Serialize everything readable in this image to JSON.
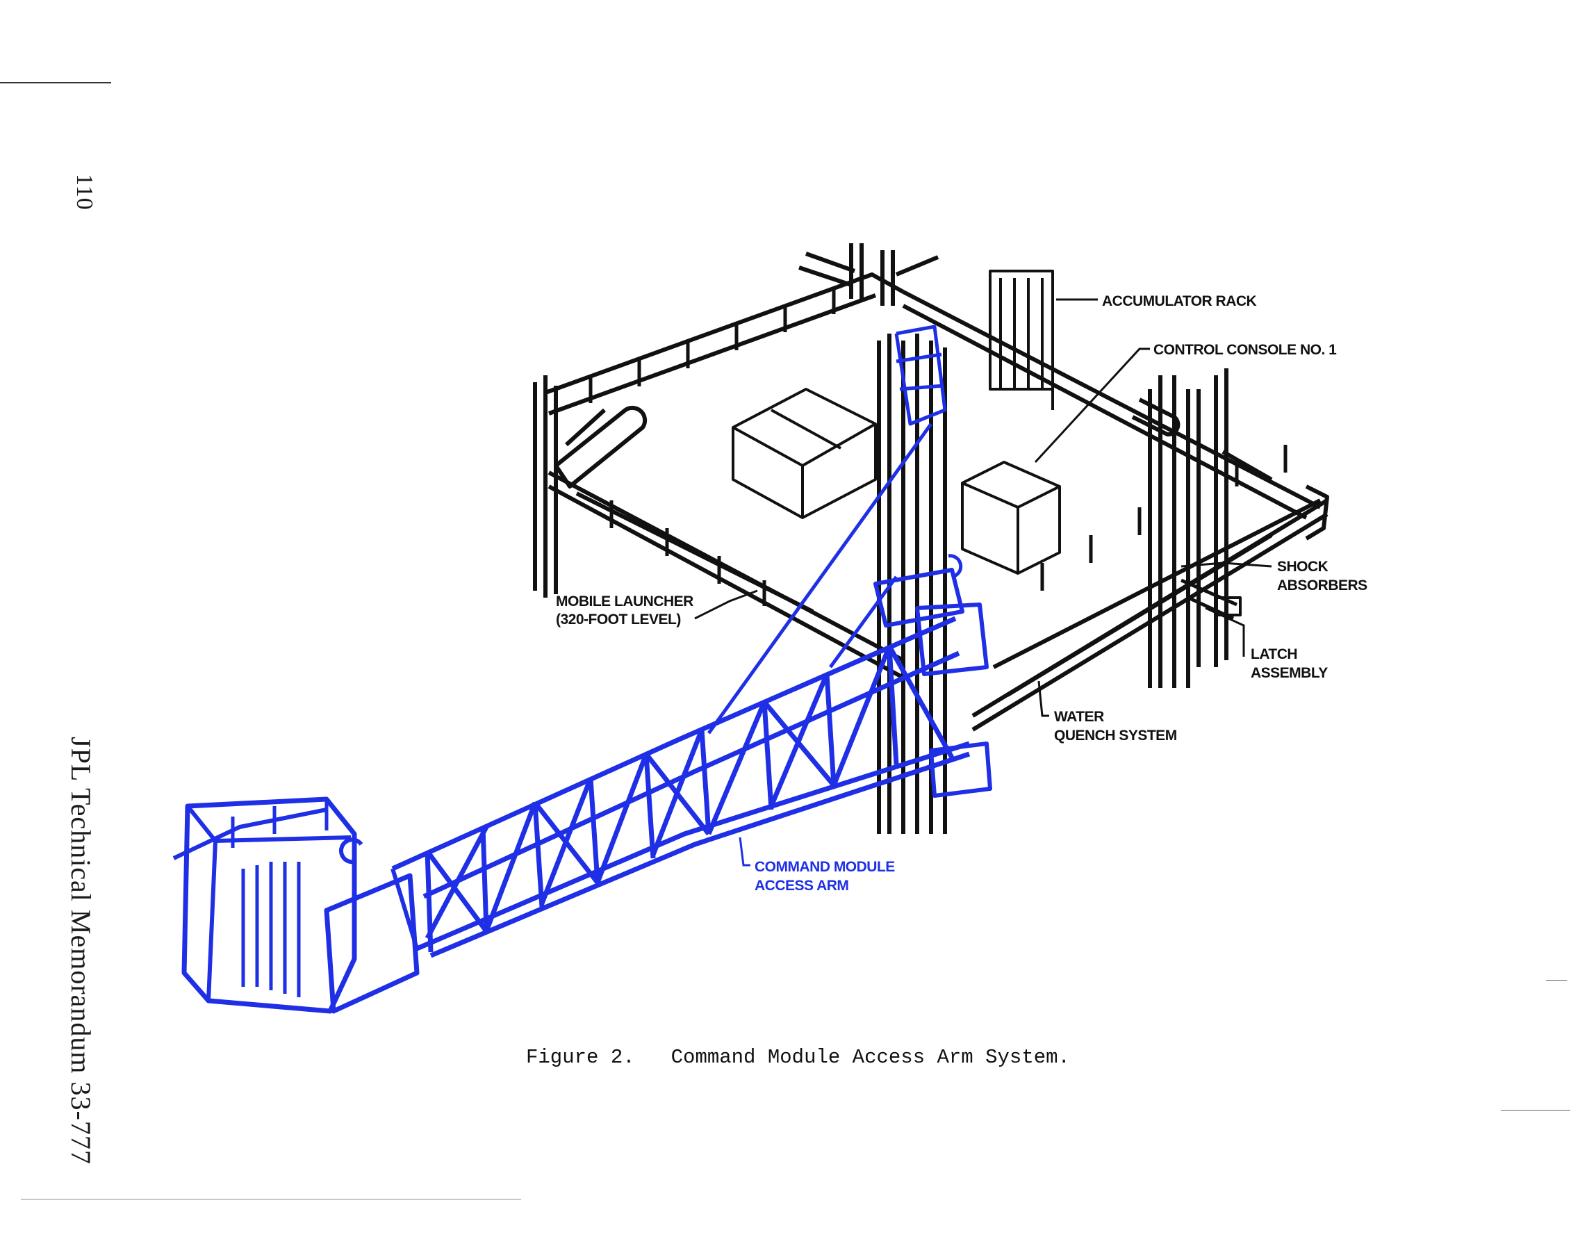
{
  "page_number": "110",
  "running_head": "JPL Technical Memorandum 33-777",
  "figure": {
    "number_label": "Figure 2.",
    "caption": "Command Module Access Arm System.",
    "callouts": {
      "accumulator_rack": "ACCUMULATOR RACK",
      "control_console": "CONTROL CONSOLE NO. 1",
      "shock_absorbers_1": "SHOCK",
      "shock_absorbers_2": "ABSORBERS",
      "latch_assembly_1": "LATCH",
      "latch_assembly_2": "ASSEMBLY",
      "water_quench_1": "WATER",
      "water_quench_2": "QUENCH SYSTEM",
      "mobile_launcher_1": "MOBILE LAUNCHER",
      "mobile_launcher_2": "(320-FOOT LEVEL)",
      "access_arm_1": "COMMAND MODULE",
      "access_arm_2": "ACCESS ARM"
    },
    "colors": {
      "structure": "#111111",
      "access_arm": "#1f2fe6"
    }
  }
}
